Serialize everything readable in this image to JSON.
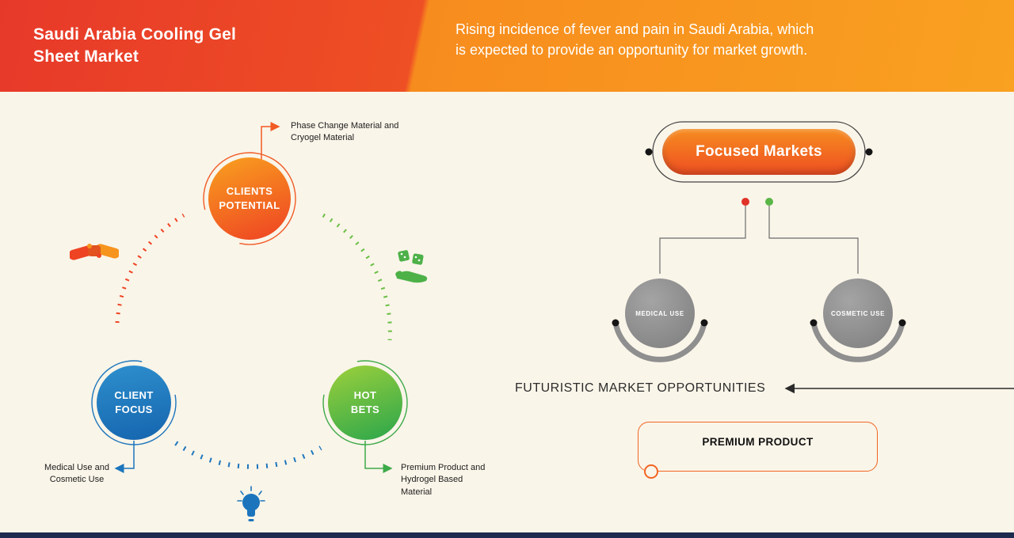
{
  "colors": {
    "header_gradient_left": "#e7392a",
    "header_gradient_right": "#f9a120",
    "accent_orange": "#f15a24",
    "accent_blue": "#1c75bc",
    "accent_green": "#3daa49",
    "node_gray": "#8a8a8a",
    "background_cream": "#faf5e9",
    "footer_navy": "#1c2b4e",
    "dot_red": "#e03228",
    "dot_green": "#5bb648"
  },
  "header": {
    "title": "Saudi Arabia Cooling Gel\nSheet Market",
    "subtitle": "Rising incidence of fever and pain in Saudi Arabia, which\nis expected to provide an opportunity for market growth."
  },
  "cycle": {
    "clients_potential": {
      "label": "CLIENTS\nPOTENTIAL",
      "callout": "Phase Change Material and\nCryogel Material"
    },
    "client_focus": {
      "label": "CLIENT\nFOCUS",
      "callout": "Medical Use and\nCosmetic Use"
    },
    "hot_bets": {
      "label": "HOT\nBETS",
      "callout": "Premium Product  and\nHydrogel Based\nMaterial"
    },
    "icons": [
      "handshake-icon",
      "dice-hand-icon",
      "lightbulb-icon"
    ]
  },
  "focused_markets": {
    "title": "Focused Markets",
    "node_left": "MEDICAL USE",
    "node_right": "COSMETIC USE"
  },
  "opportunities": {
    "heading": "FUTURISTIC MARKET OPPORTUNITIES",
    "premium_label": "PREMIUM PRODUCT"
  }
}
